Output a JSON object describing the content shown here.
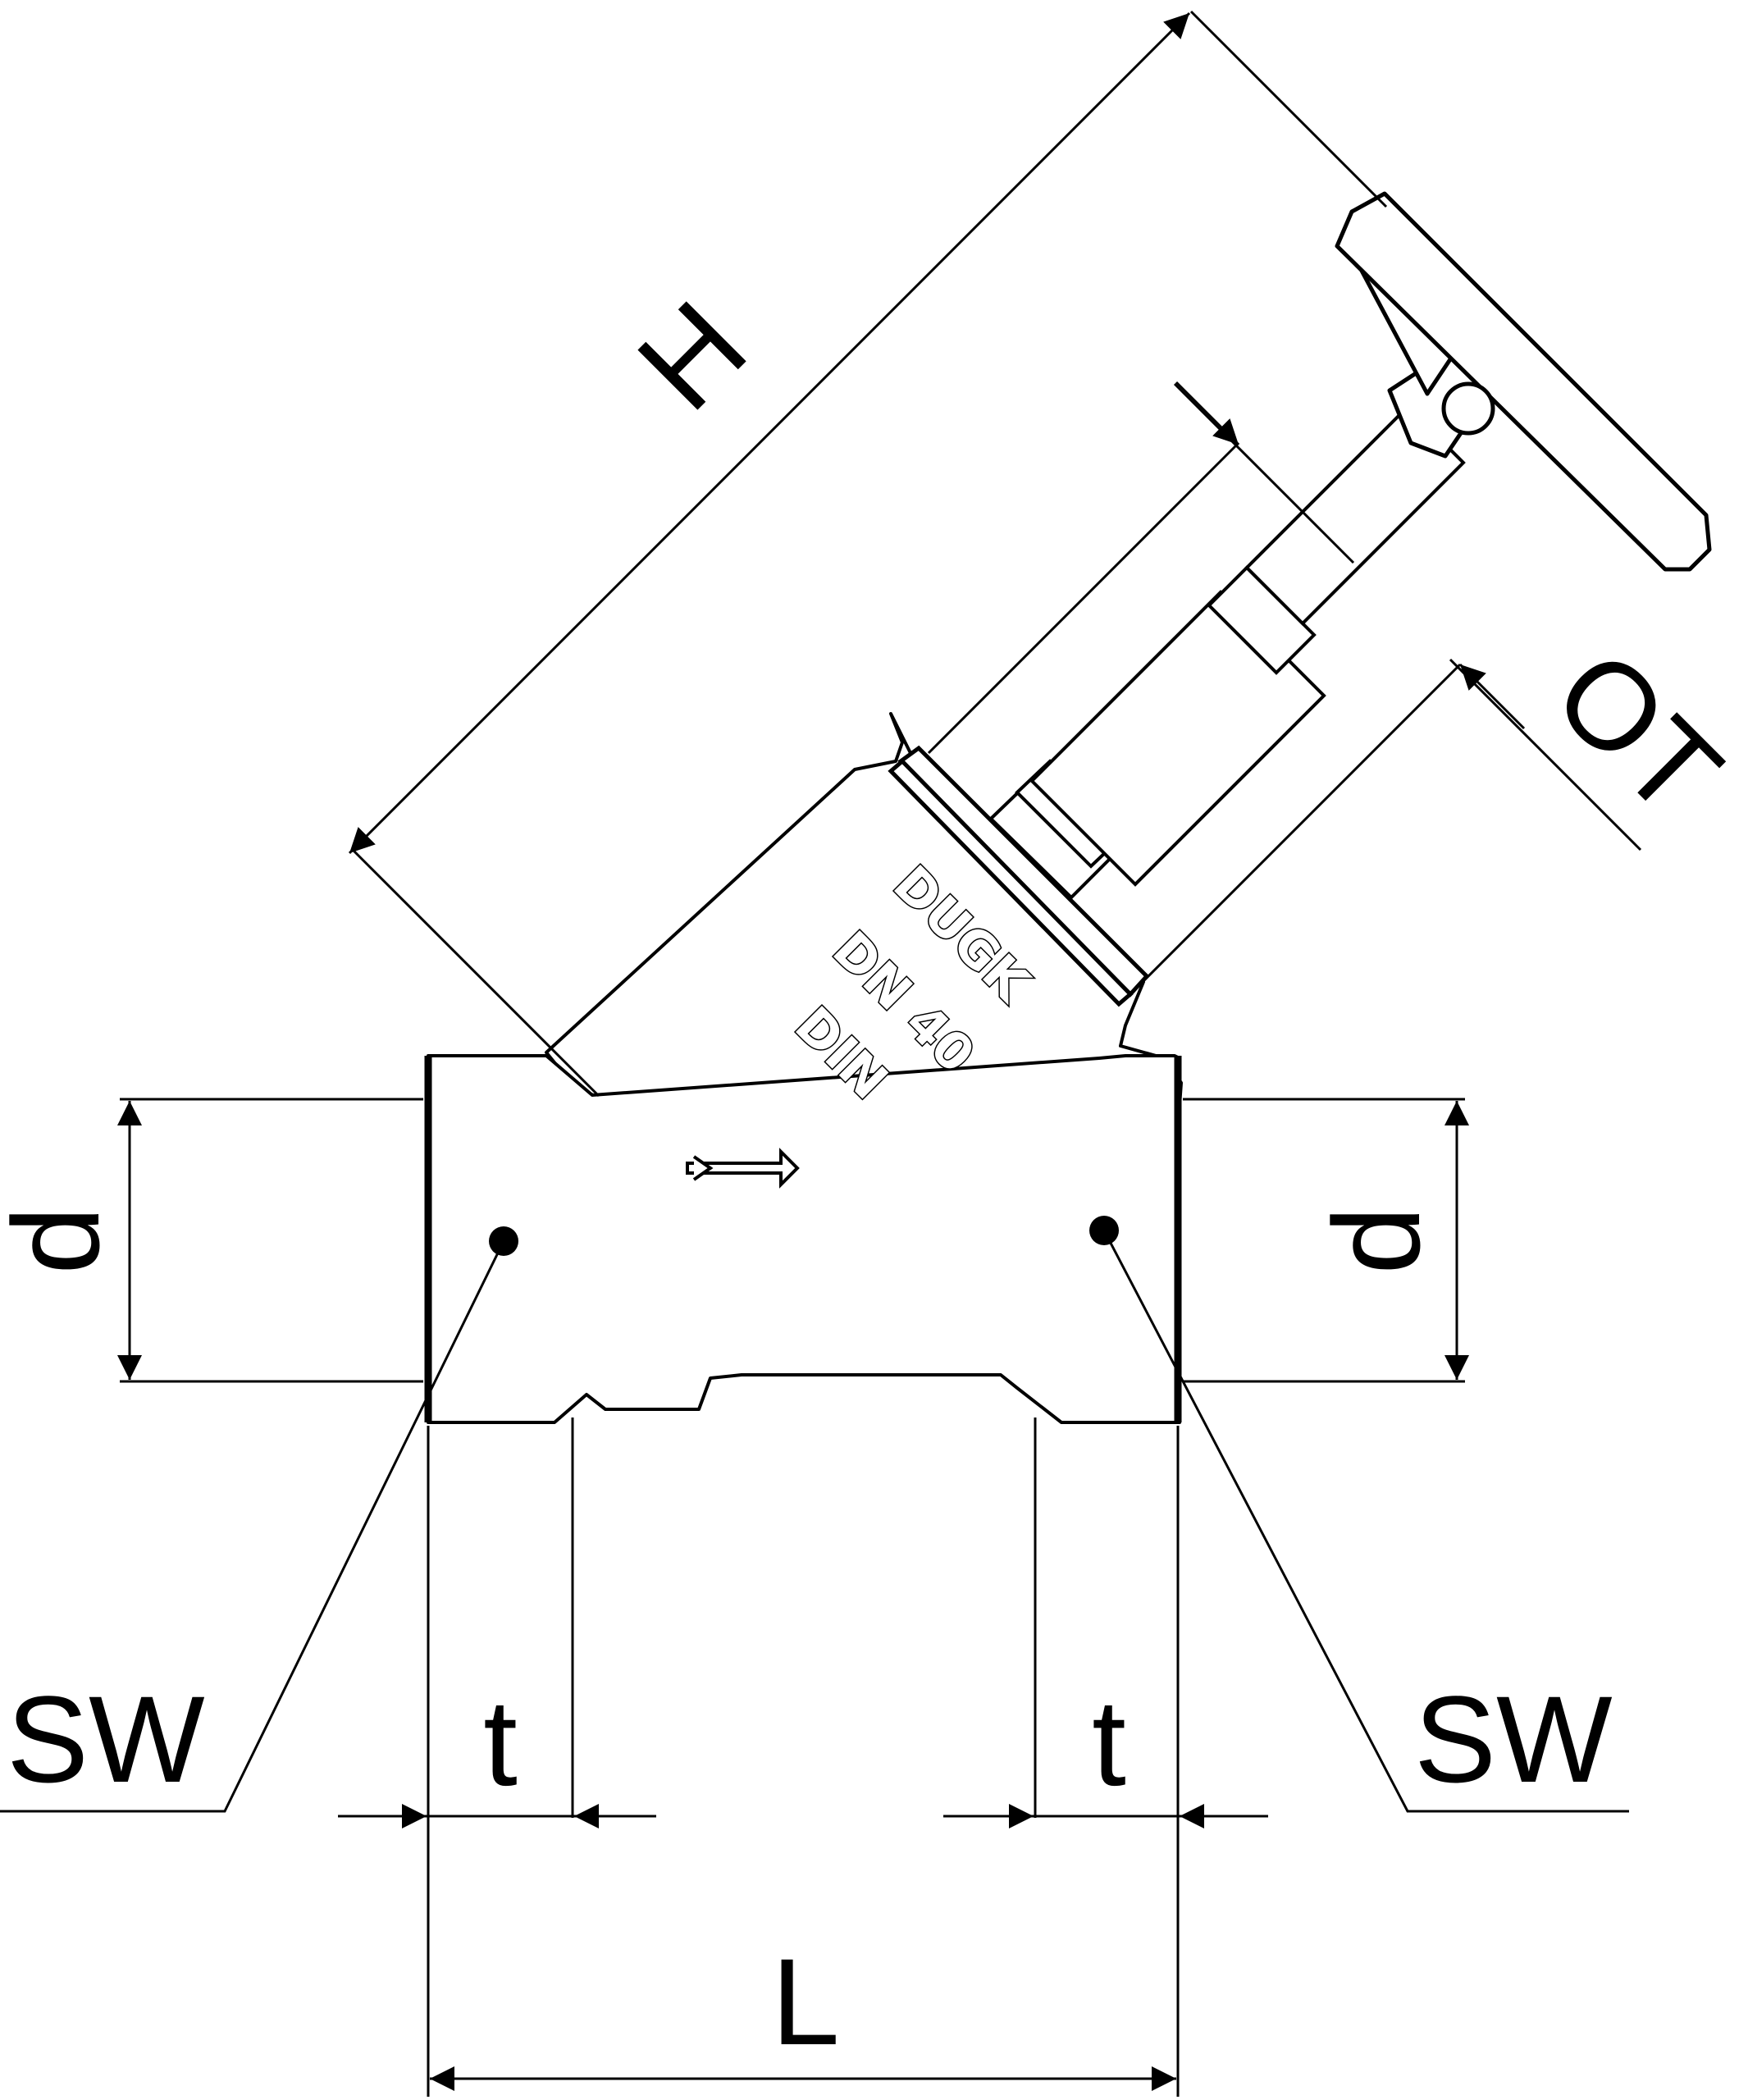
{
  "colors": {
    "line": "#000000",
    "background": "#ffffff"
  },
  "labels": {
    "H": "H",
    "OT": "OT",
    "d_left": "d",
    "d_right": "d",
    "sw_left": "SW",
    "sw_right": "SW",
    "t_left": "t",
    "t_right": "t",
    "L": "L"
  },
  "valve_markings": {
    "brand": "DUGK",
    "size": "DN 40",
    "standard": "DIN"
  },
  "icons": [
    "flow-direction-arrow-icon",
    "handwheel-icon"
  ]
}
